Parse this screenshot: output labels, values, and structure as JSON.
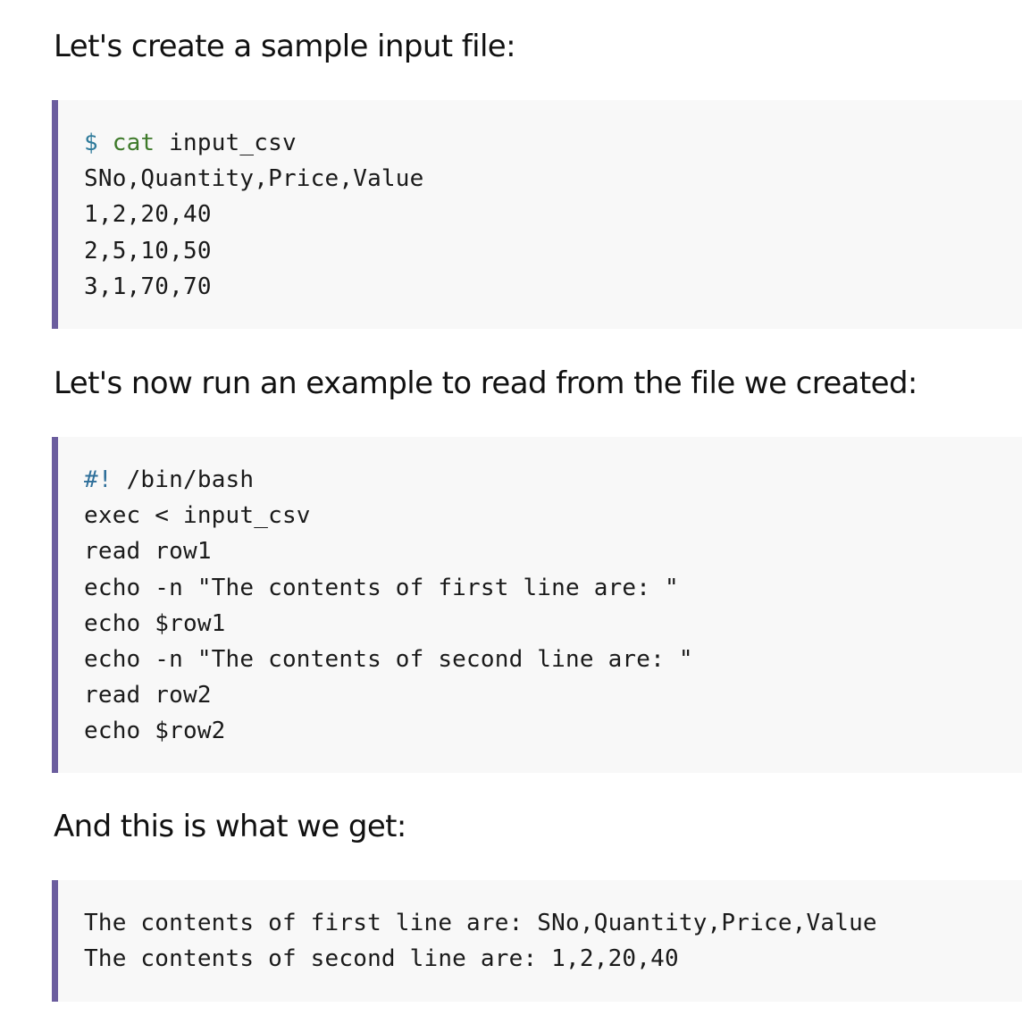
{
  "paragraphs": {
    "intro": "Let's create a sample input file:",
    "run": "Let's now run an example to read from the file we created:",
    "result": "And this is what we get:"
  },
  "block1": {
    "prompt": "$",
    "command": "cat",
    "arg": " input_csv",
    "lines": [
      "SNo,Quantity,Price,Value",
      "1,2,20,40",
      "2,5,10,50",
      "3,1,70,70"
    ]
  },
  "block2": {
    "shebang": "#!",
    "shebang_rest": " /bin/bash",
    "lines": [
      "exec < input_csv",
      "read row1",
      "echo -n \"The contents of first line are: \"",
      "echo $row1",
      "echo -n \"The contents of second line are: \"",
      "read row2",
      "echo $row2"
    ]
  },
  "block3": {
    "lines": [
      "The contents of first line are: SNo,Quantity,Price,Value",
      "The contents of second line are: 1,2,20,40"
    ]
  },
  "colors": {
    "accent_bar": "#6b5d9e",
    "code_bg": "#f8f8f8",
    "prompt": "#2e7a9a",
    "command": "#3e7a2a"
  }
}
